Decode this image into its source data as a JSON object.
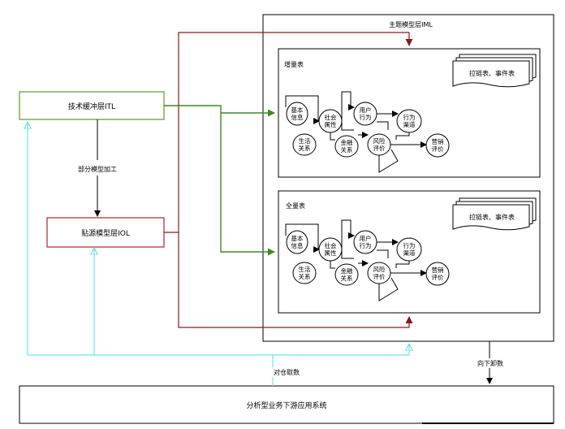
{
  "iml": {
    "title": "主题模型层IML"
  },
  "itl": {
    "label": "技术缓冲层ITL"
  },
  "iol": {
    "label": "贴源模型层IOL"
  },
  "partial_label": "部分模型加工",
  "app": {
    "label": "分析型业务下游应用系统"
  },
  "fetch_label": "对仓取数",
  "unload_label": "向下卸数",
  "incremental": {
    "title": "增量表",
    "doc_label": "拉链表、事件表",
    "nodes": {
      "basic": [
        "基本",
        "信息"
      ],
      "social": [
        "社会",
        "属性"
      ],
      "user": [
        "用户",
        "行为"
      ],
      "channel": [
        "行为",
        "渠道"
      ],
      "life": [
        "生活",
        "关系"
      ],
      "finance": [
        "金融",
        "关系"
      ],
      "risk": [
        "风险",
        "评价"
      ],
      "marketing": [
        "营销",
        "评价"
      ]
    }
  },
  "full": {
    "title": "全量表",
    "doc_label": "拉链表、事件表",
    "nodes": {
      "basic": [
        "基本",
        "信息"
      ],
      "social": [
        "社会",
        "属性"
      ],
      "user": [
        "用户",
        "行为"
      ],
      "channel": [
        "行为",
        "渠道"
      ],
      "life": [
        "生活",
        "关系"
      ],
      "finance": [
        "金融",
        "关系"
      ],
      "risk": [
        "风险",
        "评价"
      ],
      "marketing": [
        "营销",
        "评价"
      ]
    }
  },
  "colors": {
    "green": "#4e9a2a",
    "red": "#a52a2a",
    "cyan": "#66e8f0",
    "black": "#000000"
  }
}
